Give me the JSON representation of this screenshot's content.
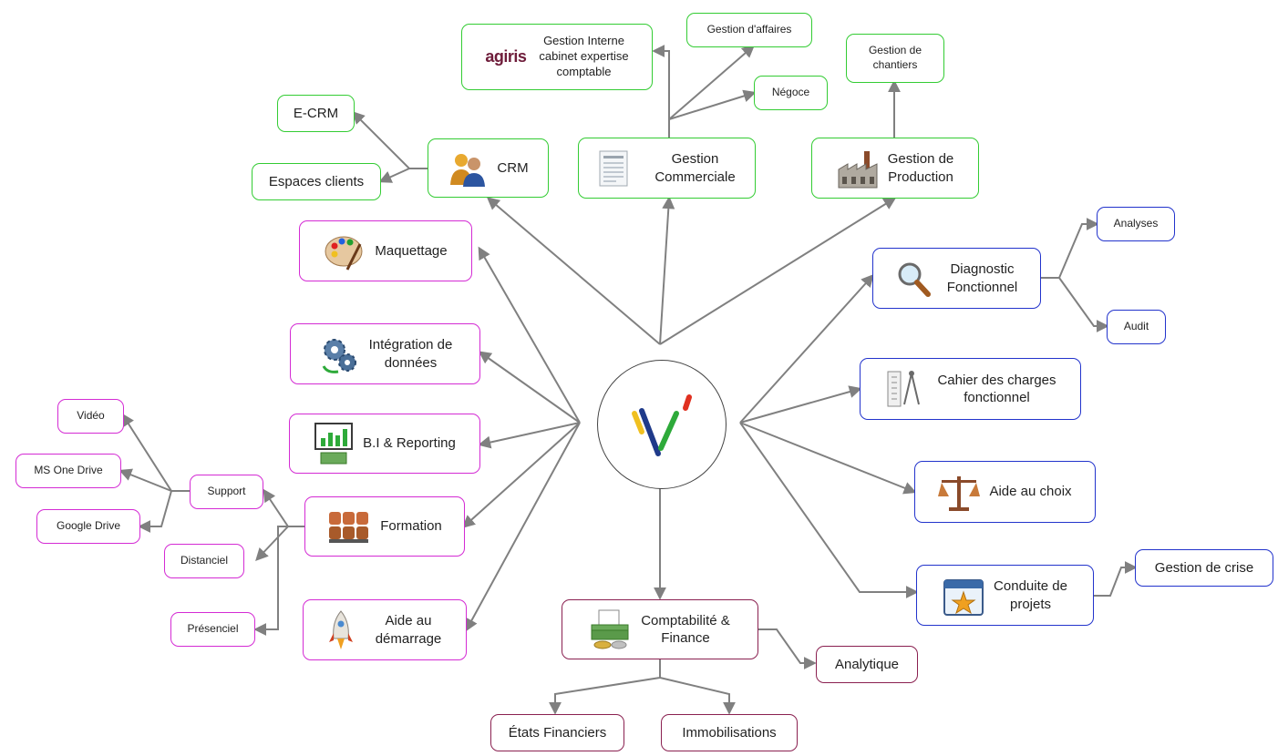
{
  "center": {
    "logo": "v-logo"
  },
  "nodes": {
    "crm": {
      "label": "CRM",
      "icon": "users-icon"
    },
    "ecrm": {
      "label": "E-CRM"
    },
    "espaces": {
      "label": "Espaces clients"
    },
    "gestion_commerciale": {
      "label": "Gestion\nCommerciale",
      "icon": "document-list-icon"
    },
    "agiris": {
      "label": "Gestion Interne\ncabinet expertise\ncomptable",
      "logo_text": "agiris"
    },
    "gestion_affaires": {
      "label": "Gestion d'affaires"
    },
    "negoce": {
      "label": "Négoce"
    },
    "gestion_production": {
      "label": "Gestion de\nProduction",
      "icon": "factory-icon"
    },
    "gestion_chantiers": {
      "label": "Gestion de\nchantiers"
    },
    "maquettage": {
      "label": "Maquettage",
      "icon": "palette-icon"
    },
    "integration": {
      "label": "Intégration de\ndonnées",
      "icon": "gears-icon"
    },
    "bi": {
      "label": "B.I & Reporting",
      "icon": "chart-board-icon"
    },
    "formation": {
      "label": "Formation",
      "icon": "seats-icon"
    },
    "support": {
      "label": "Support"
    },
    "video": {
      "label": "Vidéo"
    },
    "onedrive": {
      "label": "MS One Drive"
    },
    "gdrive": {
      "label": "Google Drive"
    },
    "distanciel": {
      "label": "Distanciel"
    },
    "presenciel": {
      "label": "Présenciel"
    },
    "aide_demarrage": {
      "label": "Aide au\ndémarrage",
      "icon": "rocket-icon"
    },
    "compta": {
      "label": "Comptabilité &\nFinance",
      "icon": "money-icon"
    },
    "analytique": {
      "label": "Analytique"
    },
    "etats": {
      "label": "États Financiers"
    },
    "immos": {
      "label": "Immobilisations"
    },
    "diagnostic": {
      "label": "Diagnostic\nFonctionnel",
      "icon": "magnifier-icon"
    },
    "analyses": {
      "label": "Analyses"
    },
    "audit": {
      "label": "Audit"
    },
    "cahier": {
      "label": "Cahier des charges\nfonctionnel",
      "icon": "drafting-icon"
    },
    "aide_choix": {
      "label": "Aide au choix",
      "icon": "scales-icon"
    },
    "conduite": {
      "label": "Conduite de\nprojets",
      "icon": "calendar-star-icon"
    },
    "crise": {
      "label": "Gestion de crise"
    }
  },
  "colors": {
    "green": "#33cc33",
    "magenta": "#d42bd4",
    "blue": "#2233cc",
    "maroon": "#8a2050",
    "connector": "#808080"
  }
}
